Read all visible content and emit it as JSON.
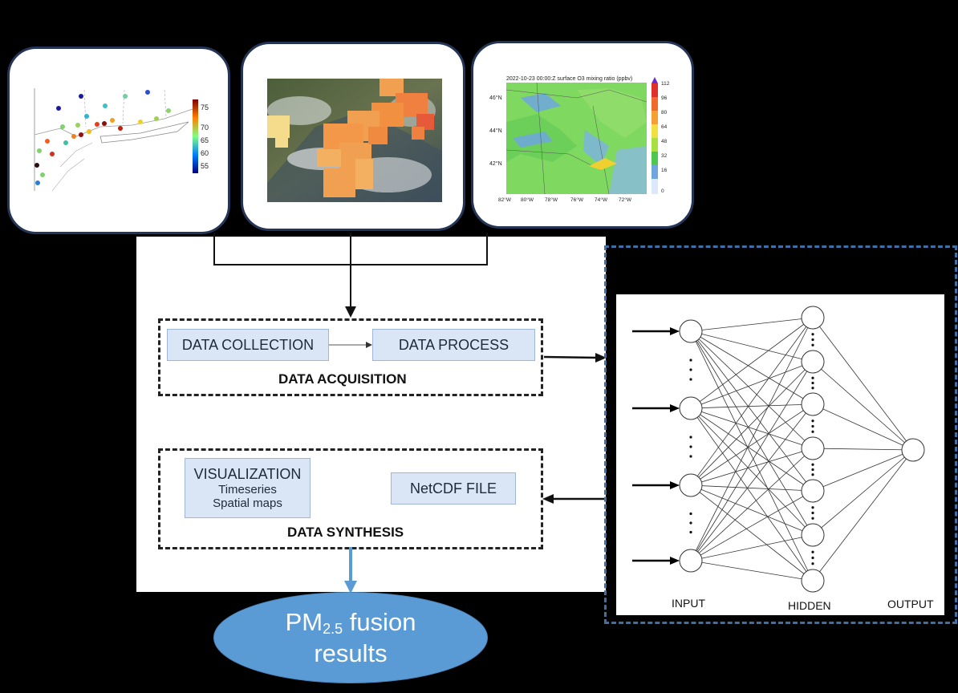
{
  "panels": {
    "map": {
      "colorbar_ticks": [
        "75",
        "70",
        "65",
        "60",
        "55"
      ]
    },
    "model": {
      "title": "2022-10-23 00:00:Z surface O3 mixing ratio (ppbv)",
      "lat_ticks": [
        "46°N",
        "44°N",
        "42°N"
      ],
      "lon_ticks": [
        "82°W",
        "80°W",
        "78°W",
        "76°W",
        "74°W",
        "72°W"
      ],
      "colorbar_ticks": [
        "112",
        "96",
        "80",
        "64",
        "48",
        "32",
        "16",
        "0"
      ]
    }
  },
  "acquisition": {
    "collection": "DATA COLLECTION",
    "process": "DATA PROCESS",
    "title": "DATA ACQUISITION"
  },
  "synthesis": {
    "visualization": "VISUALIZATION",
    "timeseries": "Timeseries",
    "spatial": "Spatial maps",
    "netcdf": "NetCDF FILE",
    "title": "DATA SYNTHESIS"
  },
  "network": {
    "input_label": "INPUT",
    "hidden_label": "HIDDEN",
    "output_label": "OUTPUT"
  },
  "result": {
    "prefix": "PM",
    "subscript": "2.5",
    "suffix": " fusion",
    "line2": "results"
  },
  "colors": {
    "frame": "#243556",
    "process_fill": "#dae6f6",
    "result_fill": "#5b9bd5",
    "nn_frame": "#3f6fa3"
  }
}
